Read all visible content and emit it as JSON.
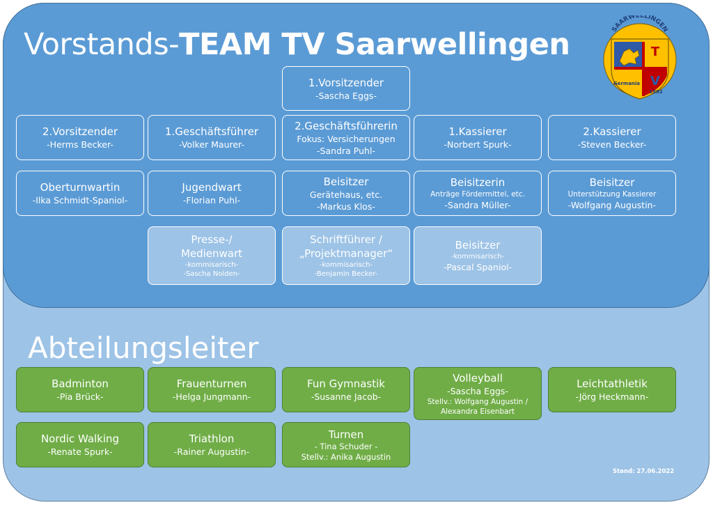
{
  "title": {
    "part1": "Vorstands-",
    "part2": "TEAM TV Saarwellingen"
  },
  "section_title": "Abteilungsleiter",
  "logo": {
    "text_top": "SAARWELLINGEN",
    "text_bottom_left": "Germania",
    "text_bottom_right": "1892",
    "letters": "TV"
  },
  "board": [
    {
      "role": "1.Vorsitzender",
      "name": "-Sascha Eggs-"
    },
    {
      "role": "2.Vorsitzender",
      "name": "-Herms Becker-"
    },
    {
      "role": "1.Geschäftsführer",
      "name": "-Volker Maurer-"
    },
    {
      "role": "2.Geschäftsführerin",
      "focus": "Fokus: Versicherungen",
      "name": "-Sandra Puhl-"
    },
    {
      "role": "1.Kassierer",
      "name": "-Norbert Spurk-"
    },
    {
      "role": "2.Kassierer",
      "name": "-Steven Becker-"
    },
    {
      "role": "Oberturnwartin",
      "name": "-Ilka Schmidt-Spaniol-"
    },
    {
      "role": "Jugendwart",
      "name": "-Florian Puhl-"
    },
    {
      "role": "Beisitzer",
      "focus": "Gerätehaus, etc.",
      "name": "-Markus Klos-"
    },
    {
      "role": "Beisitzerin",
      "focus": "Anträge Fördermittel, etc.",
      "name": "-Sandra Müller-"
    },
    {
      "role": "Beisitzer",
      "focus": "Unterstützung Kassierer",
      "name": "-Wolfgang Augustin-"
    },
    {
      "role_line1": "Presse-/",
      "role_line2": "Medienwart",
      "note": "-kommisarisch-",
      "name": "-Sascha Nolden-"
    },
    {
      "role_line1": "Schriftführer /",
      "role_line2": "„Projektmanager“",
      "note": "-kommisarisch-",
      "name": "-Benjamin Becker-"
    },
    {
      "role": "Beisitzer",
      "note": "-kommisarisch-",
      "name": "-Pascal Spaniol-"
    }
  ],
  "departments": [
    {
      "role": "Badminton",
      "name": "-Pia Brück-"
    },
    {
      "role": "Frauenturnen",
      "name": "-Helga Jungmann-"
    },
    {
      "role": "Fun Gymnastik",
      "name": "-Susanne Jacob-"
    },
    {
      "role": "Volleyball",
      "name": "-Sascha Eggs-",
      "deputy_line1": "Stellv.: Wolfgang Augustin /",
      "deputy_line2": "Alexandra Eisenbart"
    },
    {
      "role": "Leichtathletik",
      "name": "-Jörg Heckmann-"
    },
    {
      "role": "Nordic Walking",
      "name": "-Renate Spurk-"
    },
    {
      "role": "Triathlon",
      "name": "-Rainer Augustin-"
    },
    {
      "role": "Turnen",
      "name": "- Tina Schuder -",
      "deputy": "Stellv.: Anika Augustin"
    }
  ],
  "stand": "Stand: 27.06.2022",
  "colors": {
    "board_dark": "#5b9bd5",
    "board_light": "#9dc3e6",
    "department_green": "#70ad47",
    "logo_yellow": "#ffc000",
    "logo_blue": "#2e5aa8",
    "logo_red": "#c00000"
  }
}
